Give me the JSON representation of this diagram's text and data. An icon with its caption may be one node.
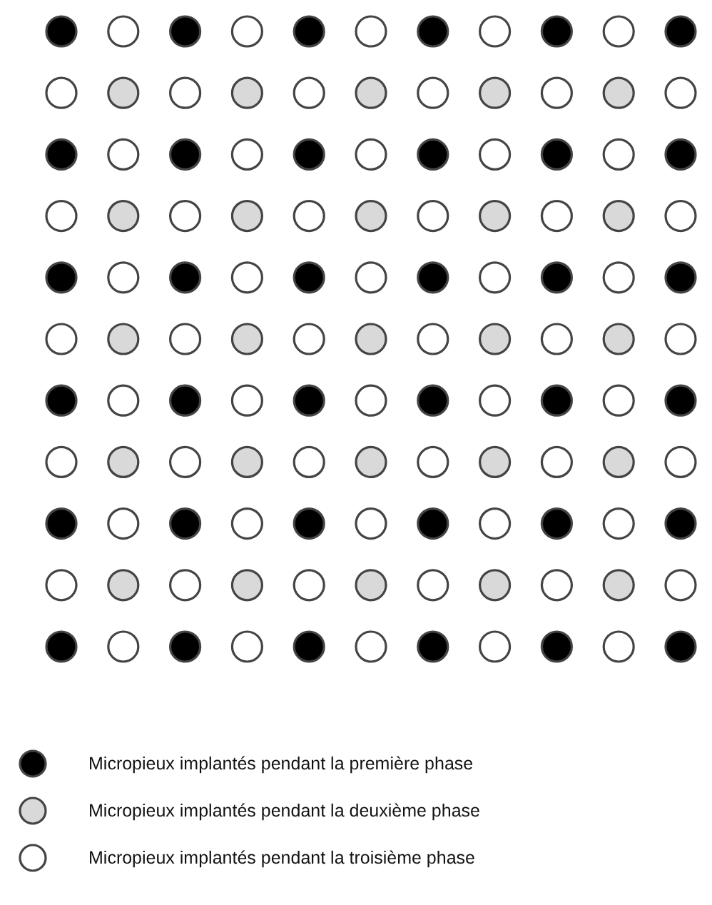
{
  "diagram": {
    "legend": [
      {
        "text": "Micropieux implantés pendant la première phase",
        "color": "#000000"
      },
      {
        "text": "Micropieux implantés pendant la deuxième phase",
        "color": "#d9d9d9"
      },
      {
        "text": "Micropieux implantés pendant la troisième phase",
        "color": "#ffffff"
      }
    ]
  }
}
